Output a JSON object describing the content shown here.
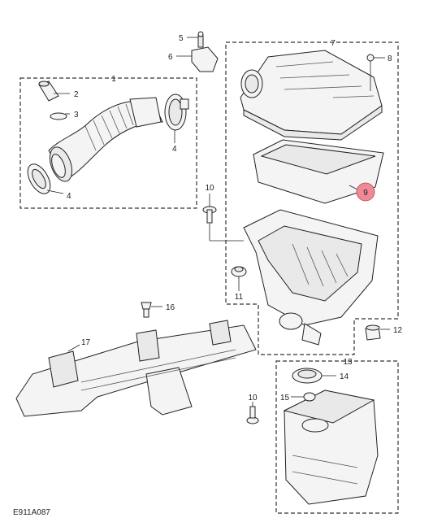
{
  "diagram": {
    "drawing_code": "E911A087",
    "callouts": [
      {
        "id": "c1",
        "text": "1"
      },
      {
        "id": "c2",
        "text": "2"
      },
      {
        "id": "c3",
        "text": "3"
      },
      {
        "id": "c4a",
        "text": "4"
      },
      {
        "id": "c4b",
        "text": "4"
      },
      {
        "id": "c5",
        "text": "5"
      },
      {
        "id": "c6",
        "text": "6"
      },
      {
        "id": "c7",
        "text": "7"
      },
      {
        "id": "c8",
        "text": "8"
      },
      {
        "id": "c9",
        "text": "9"
      },
      {
        "id": "c10a",
        "text": "10"
      },
      {
        "id": "c10b",
        "text": "10"
      },
      {
        "id": "c11",
        "text": "11"
      },
      {
        "id": "c12",
        "text": "12"
      },
      {
        "id": "c13",
        "text": "13"
      },
      {
        "id": "c14",
        "text": "14"
      },
      {
        "id": "c15",
        "text": "15"
      },
      {
        "id": "c16",
        "text": "16"
      },
      {
        "id": "c17",
        "text": "17"
      }
    ],
    "highlight_color": "#ee8a96"
  }
}
